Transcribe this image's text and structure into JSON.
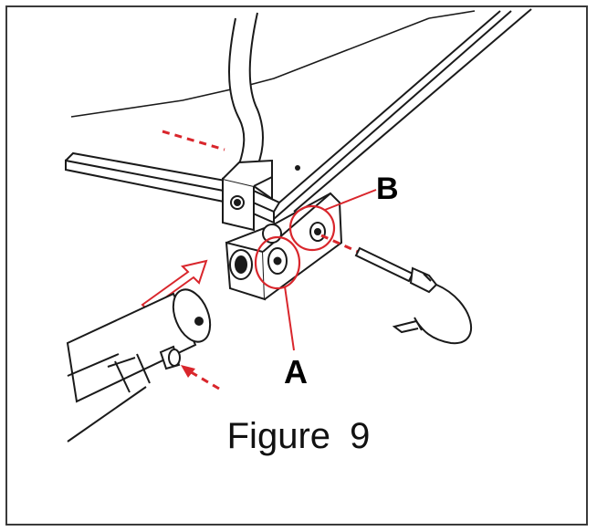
{
  "figure": {
    "caption": "Figure   9",
    "callouts": {
      "a": "A",
      "b": "B"
    }
  },
  "colors": {
    "line": "#1a1a1a",
    "accent": "#d9262c",
    "arrow_fill": "#ffffff"
  }
}
